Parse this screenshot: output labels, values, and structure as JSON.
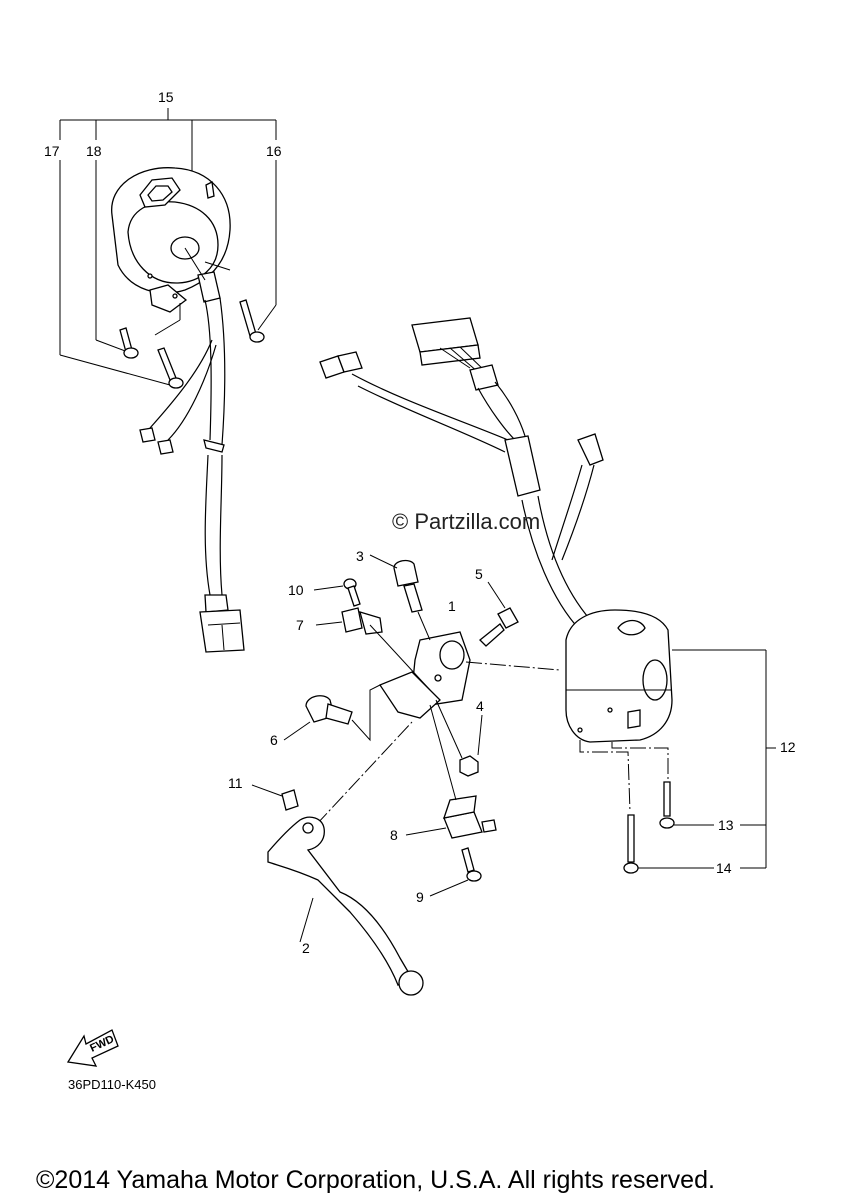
{
  "callouts": [
    {
      "id": "15",
      "text": "15"
    },
    {
      "id": "17",
      "text": "17"
    },
    {
      "id": "18",
      "text": "18"
    },
    {
      "id": "16",
      "text": "16"
    },
    {
      "id": "3",
      "text": "3"
    },
    {
      "id": "10",
      "text": "10"
    },
    {
      "id": "5",
      "text": "5"
    },
    {
      "id": "1",
      "text": "1"
    },
    {
      "id": "7",
      "text": "7"
    },
    {
      "id": "6",
      "text": "6"
    },
    {
      "id": "4",
      "text": "4"
    },
    {
      "id": "11",
      "text": "11"
    },
    {
      "id": "8",
      "text": "8"
    },
    {
      "id": "9",
      "text": "9"
    },
    {
      "id": "2",
      "text": "2"
    },
    {
      "id": "12",
      "text": "12"
    },
    {
      "id": "13",
      "text": "13"
    },
    {
      "id": "14",
      "text": "14"
    }
  ],
  "watermark": "© Partzilla.com",
  "fwd_label": "FWD",
  "diagram_code": "36PD110-K450",
  "copyright": "©2014 Yamaha Motor Corporation, U.S.A. All rights reserved."
}
